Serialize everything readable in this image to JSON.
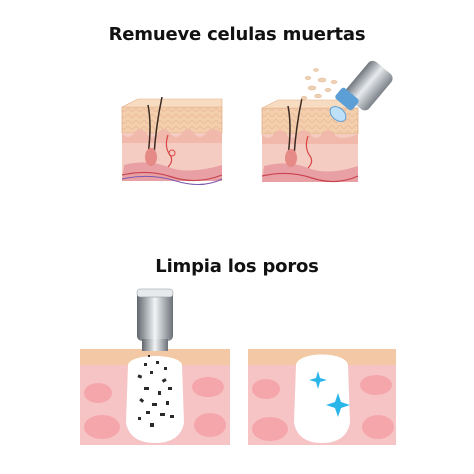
{
  "section_top": {
    "title": "Remueve celulas muertas",
    "panels": [
      "skin-cross-section-before",
      "skin-cross-section-with-exfoliating-tool"
    ]
  },
  "section_bottom": {
    "title": "Limpia los poros",
    "panels": [
      "pore-with-debris-under-suction-tool",
      "clean-pore-with-sparkles"
    ]
  },
  "colors": {
    "skin_top": "#f2c9a4",
    "skin_layer": "#f6cdbb",
    "dermis": "#f2c2b8",
    "fat_cell": "#f7a8ad",
    "fat_bg": "#f7c4c6",
    "pore_white": "#ffffff",
    "debris": "#2b2b2b",
    "sparkle": "#2bb6e9",
    "metal": "#9aa0a6"
  }
}
